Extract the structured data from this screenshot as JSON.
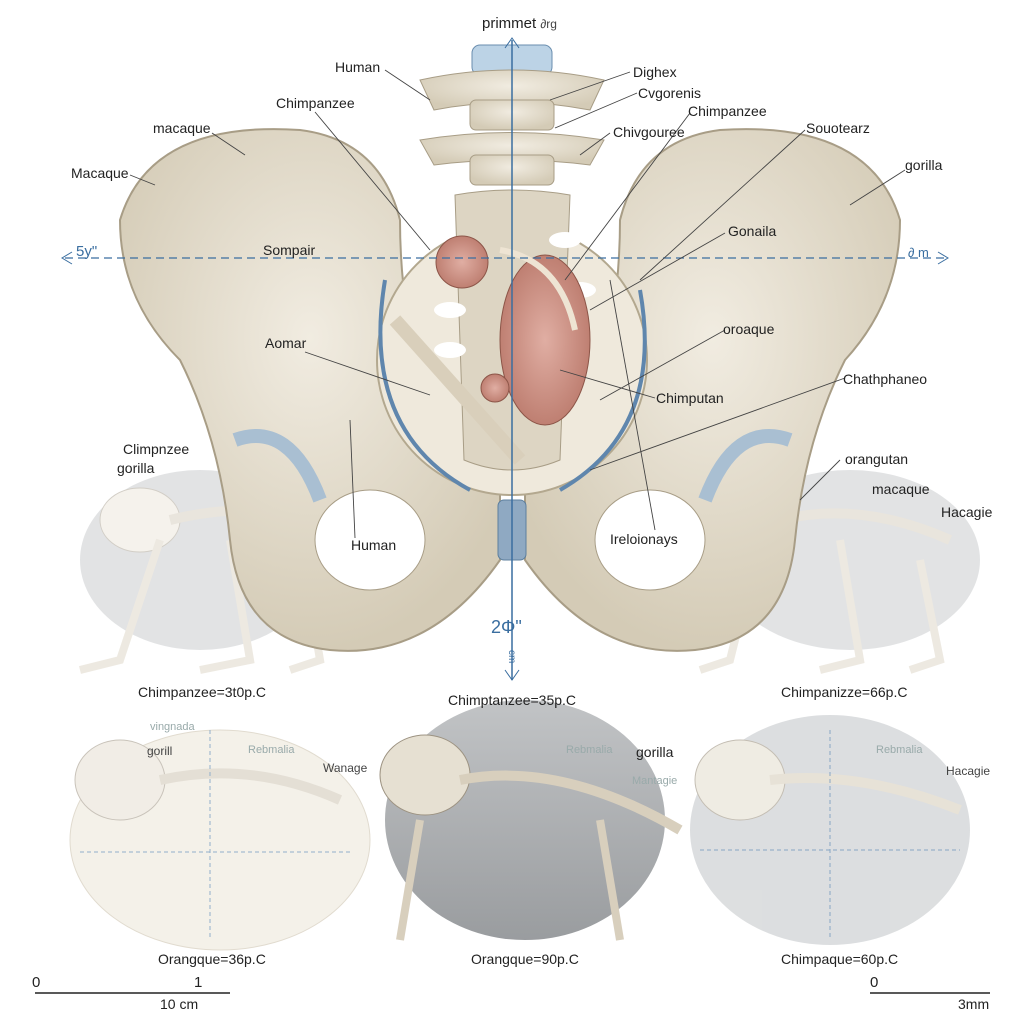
{
  "title": "primmet",
  "title_suffix": "∂rg",
  "main_labels": {
    "human_top": "Human",
    "chimpanzee_left": "Chimpanzee",
    "macaque_lower": "macaque",
    "macaque_left": "Macaque",
    "sompair": "Sompair",
    "aomar": "Aomar",
    "chimpanzee_gorilla_1": "Climpnzee",
    "chimpanzee_gorilla_2": "gorilla",
    "human_center": "Human",
    "dighex": "Dighex",
    "cvgorenis": "Cvgorenis",
    "chimpanzee_right": "Chimpanzee",
    "chivgouree": "Chivgouree",
    "souotearz": "Souotearz",
    "gorilla_right": "gorilla",
    "gonaila": "Gonaila",
    "oroaque": "oroaque",
    "chathphaneo": "Chathphaneo",
    "chimputan": "Chimputan",
    "orangutan": "orangutan",
    "macaque_right": "macaque",
    "hacagie": "Hacagie",
    "ireloionays": "Ireloionays"
  },
  "measurements": {
    "left_width": "5y\"",
    "right_width": "∂ m",
    "vertical": "2Φ\"",
    "vertical_unit": "cm"
  },
  "captions": {
    "top_left": "Chimpanzee=3t0p.C",
    "top_center": "Chimptanzee=35p.C",
    "top_right": "Chimpanizze=66p.C",
    "bottom_left": "Orangque=36p.C",
    "bottom_center": "Orangque=90p.C",
    "bottom_right": "Chimpaque=60p.C"
  },
  "panel_labels": {
    "p1_a": "vingnada",
    "p1_b": "gorill",
    "p1_c": "Rebmalia",
    "p1_d": "Wanage",
    "p2_a": "gorilla",
    "p2_b": "Rebmalia",
    "p2_c": "Mantagie",
    "p3_a": "Hacagie",
    "p3_b": "Rebmalia"
  },
  "scale": {
    "left_zero": "0",
    "left_one": "1",
    "left_unit": "10 cm",
    "right_zero": "0",
    "right_unit": "3mm"
  },
  "colors": {
    "bone": "#e8e1d2",
    "bone_shadow": "#c9bfa9",
    "cartilage": "#a9bfd2",
    "axis_blue": "#3a6ea0",
    "fetus": "#c98f84",
    "fur": "#8e9296"
  }
}
